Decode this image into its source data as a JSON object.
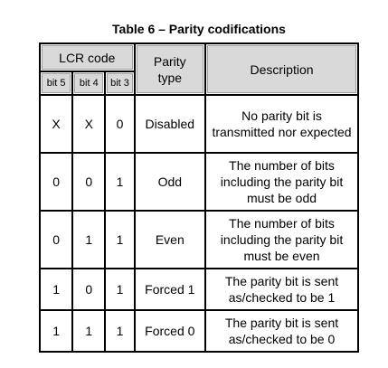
{
  "caption": "Table 6 – Parity codifications",
  "header": {
    "lcr_code": "LCR code",
    "bit5": "bit 5",
    "bit4": "bit 4",
    "bit3": "bit 3",
    "parity_type": "Parity type",
    "description": "Description"
  },
  "rows": [
    {
      "bit5": "X",
      "bit4": "X",
      "bit3": "0",
      "type": "Disabled",
      "description": "No parity bit is transmitted nor expected"
    },
    {
      "bit5": "0",
      "bit4": "0",
      "bit3": "1",
      "type": "Odd",
      "description": "The number of bits including the parity bit must be odd"
    },
    {
      "bit5": "0",
      "bit4": "1",
      "bit3": "1",
      "type": "Even",
      "description": "The number of bits including the parity bit must be even"
    },
    {
      "bit5": "1",
      "bit4": "0",
      "bit3": "1",
      "type": "Forced 1",
      "description": "The parity bit is sent as/checked to be 1"
    },
    {
      "bit5": "1",
      "bit4": "1",
      "bit3": "1",
      "type": "Forced 0",
      "description": "The parity bit is sent as/checked to be 0"
    }
  ]
}
